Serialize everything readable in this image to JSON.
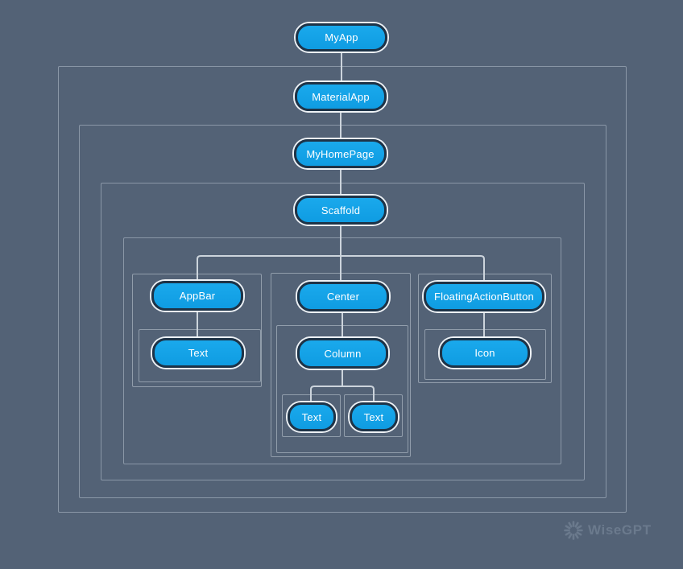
{
  "diagram": {
    "kind": "flutter-widget-tree",
    "nodes": [
      {
        "id": "myapp",
        "label": "MyApp"
      },
      {
        "id": "materialapp",
        "label": "MaterialApp"
      },
      {
        "id": "myhomepage",
        "label": "MyHomePage"
      },
      {
        "id": "scaffold",
        "label": "Scaffold"
      },
      {
        "id": "appbar",
        "label": "AppBar"
      },
      {
        "id": "center",
        "label": "Center"
      },
      {
        "id": "fab",
        "label": "FloatingActionButton"
      },
      {
        "id": "appbar-text",
        "label": "Text"
      },
      {
        "id": "column",
        "label": "Column"
      },
      {
        "id": "icon",
        "label": "Icon"
      },
      {
        "id": "text-1",
        "label": "Text"
      },
      {
        "id": "text-2",
        "label": "Text"
      }
    ],
    "edges": [
      [
        "myapp",
        "materialapp"
      ],
      [
        "materialapp",
        "myhomepage"
      ],
      [
        "myhomepage",
        "scaffold"
      ],
      [
        "scaffold",
        "appbar"
      ],
      [
        "scaffold",
        "center"
      ],
      [
        "scaffold",
        "fab"
      ],
      [
        "appbar",
        "appbar-text"
      ],
      [
        "center",
        "column"
      ],
      [
        "column",
        "text-1"
      ],
      [
        "column",
        "text-2"
      ],
      [
        "fab",
        "icon"
      ]
    ],
    "colors": {
      "background": "#536276",
      "node_fill": "#14a3e8",
      "node_inner_border": "#1e3347",
      "node_outer_ring": "#edf1f5",
      "node_text": "#ffffff",
      "container_border": "#8b99ab",
      "connector": "#ccd4dc",
      "watermark": "#6b7a8d"
    }
  },
  "watermark": {
    "brand": "WiseGPT"
  }
}
